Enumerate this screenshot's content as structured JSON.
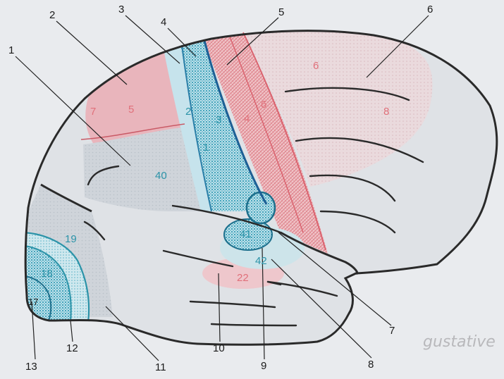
{
  "callouts": [
    "1",
    "2",
    "3",
    "4",
    "5",
    "6",
    "7",
    "8",
    "9",
    "10",
    "11",
    "12",
    "13"
  ],
  "areas": {
    "a40": "40",
    "a7": "7",
    "a5_parietal": "5",
    "a2": "2",
    "a3": "3",
    "a1": "1",
    "a4": "4",
    "a6_precentral": "6",
    "a6_frontal": "6",
    "a8": "8",
    "a41": "41",
    "a42": "42",
    "a22": "22",
    "a19": "19",
    "a18": "18",
    "a17": "17"
  },
  "note": "gustative",
  "colors": {
    "outline": "#2a2a2a",
    "teal": "#2b93a8",
    "teal_dark": "#1d6f8c",
    "red": "#e0707a",
    "pink_fill": "#ecc7cc",
    "grey_fill": "#d3d8de",
    "paper": "#e9ebee"
  }
}
